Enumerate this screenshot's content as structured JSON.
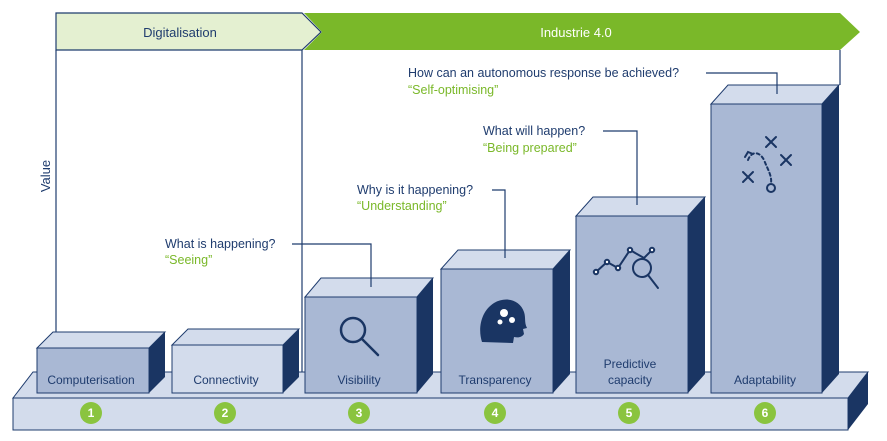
{
  "phases": {
    "digitalisation": "Digitalisation",
    "industrie": "Industrie 4.0"
  },
  "axis_label": "Value",
  "stages": [
    {
      "number": "1",
      "label": "Computerisation"
    },
    {
      "number": "2",
      "label": "Connectivity"
    },
    {
      "number": "3",
      "label": "Visibility",
      "icon": "magnifier-icon"
    },
    {
      "number": "4",
      "label": "Transparency",
      "icon": "head-gears-icon"
    },
    {
      "number": "5",
      "label_line1": "Predictive",
      "label_line2": "capacity",
      "icon": "analytics-magnifier-icon"
    },
    {
      "number": "6",
      "label": "Adaptability",
      "icon": "strategy-play-icon"
    }
  ],
  "callouts": [
    {
      "question": "What is happening?",
      "answer": "“Seeing”"
    },
    {
      "question": "Why is it happening?",
      "answer": "“Understanding”"
    },
    {
      "question": "What will happen?",
      "answer": "“Being prepared”"
    },
    {
      "question": "How can an autonomous response be achieved?",
      "answer": "“Self-optimising”"
    }
  ],
  "colors": {
    "navy": "#1f3c6e",
    "box_front": "#a9b8d4",
    "box_top": "#d3dcec",
    "box_side": "#1a3563",
    "green": "#7ab829",
    "light_green": "#e4f0d1",
    "circle_green": "#8ac43f"
  }
}
